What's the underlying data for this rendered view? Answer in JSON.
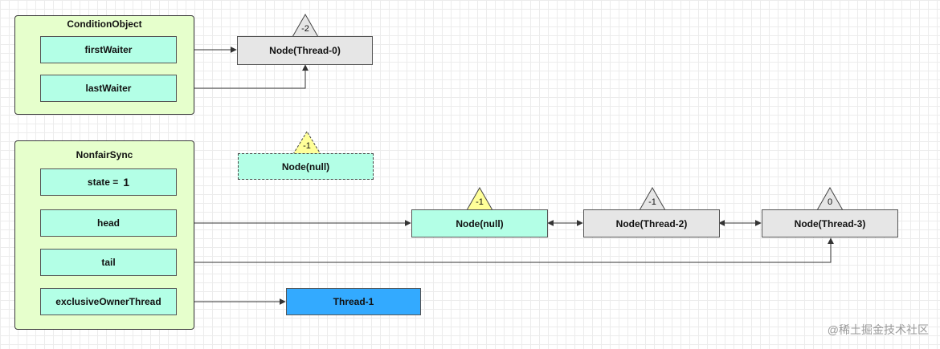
{
  "condition_object": {
    "title": "ConditionObject",
    "first_waiter": "firstWaiter",
    "last_waiter": "lastWaiter"
  },
  "condition_node": {
    "label": "Node(Thread-0)",
    "wait_status": "-2"
  },
  "nonfair_sync": {
    "title": "NonfairSync",
    "state_label": "state =",
    "state_value": "1",
    "head": "head",
    "tail": "tail",
    "exclusive_owner_thread": "exclusiveOwnerThread"
  },
  "floating_node": {
    "label": "Node(null)",
    "wait_status": "-1"
  },
  "queue_nodes": [
    {
      "label": "Node(null)",
      "wait_status": "-1"
    },
    {
      "label": "Node(Thread-2)",
      "wait_status": "-1"
    },
    {
      "label": "Node(Thread-3)",
      "wait_status": "0"
    }
  ],
  "owner_thread": {
    "label": "Thread-1"
  },
  "watermark": "@稀土掘金技术社区",
  "colors": {
    "group_fill": "#e6ffcc",
    "field_fill": "#b3ffe6",
    "node_gray": "#e6e6e6",
    "thread_blue": "#33aaff",
    "status_yellow": "#ffff99"
  }
}
